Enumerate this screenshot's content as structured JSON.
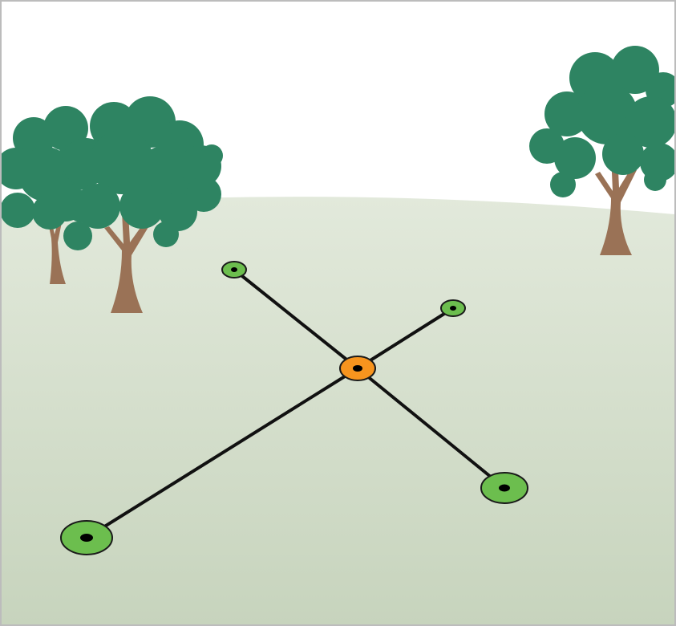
{
  "colors": {
    "sky": "#ffffff",
    "ground_top": "#e2e9db",
    "ground_bottom": "#c7d4bd",
    "foliage": "#2e8462",
    "trunk": "#9a7256",
    "line": "#111111",
    "outer_marker": "#6cbe4e",
    "center_marker": "#f7941e",
    "marker_dot": "#000000",
    "frame_border": "#bcbcbc"
  },
  "icons": {
    "trees": "tree-icon",
    "markers": "ground-marker-icon"
  },
  "markers": {
    "center": {
      "type": "center-point",
      "color_key": "center_marker"
    },
    "arms": [
      {
        "type": "near-left",
        "color_key": "outer_marker"
      },
      {
        "type": "near-right",
        "color_key": "outer_marker"
      },
      {
        "type": "far-left",
        "color_key": "outer_marker"
      },
      {
        "type": "far-right",
        "color_key": "outer_marker"
      }
    ]
  }
}
